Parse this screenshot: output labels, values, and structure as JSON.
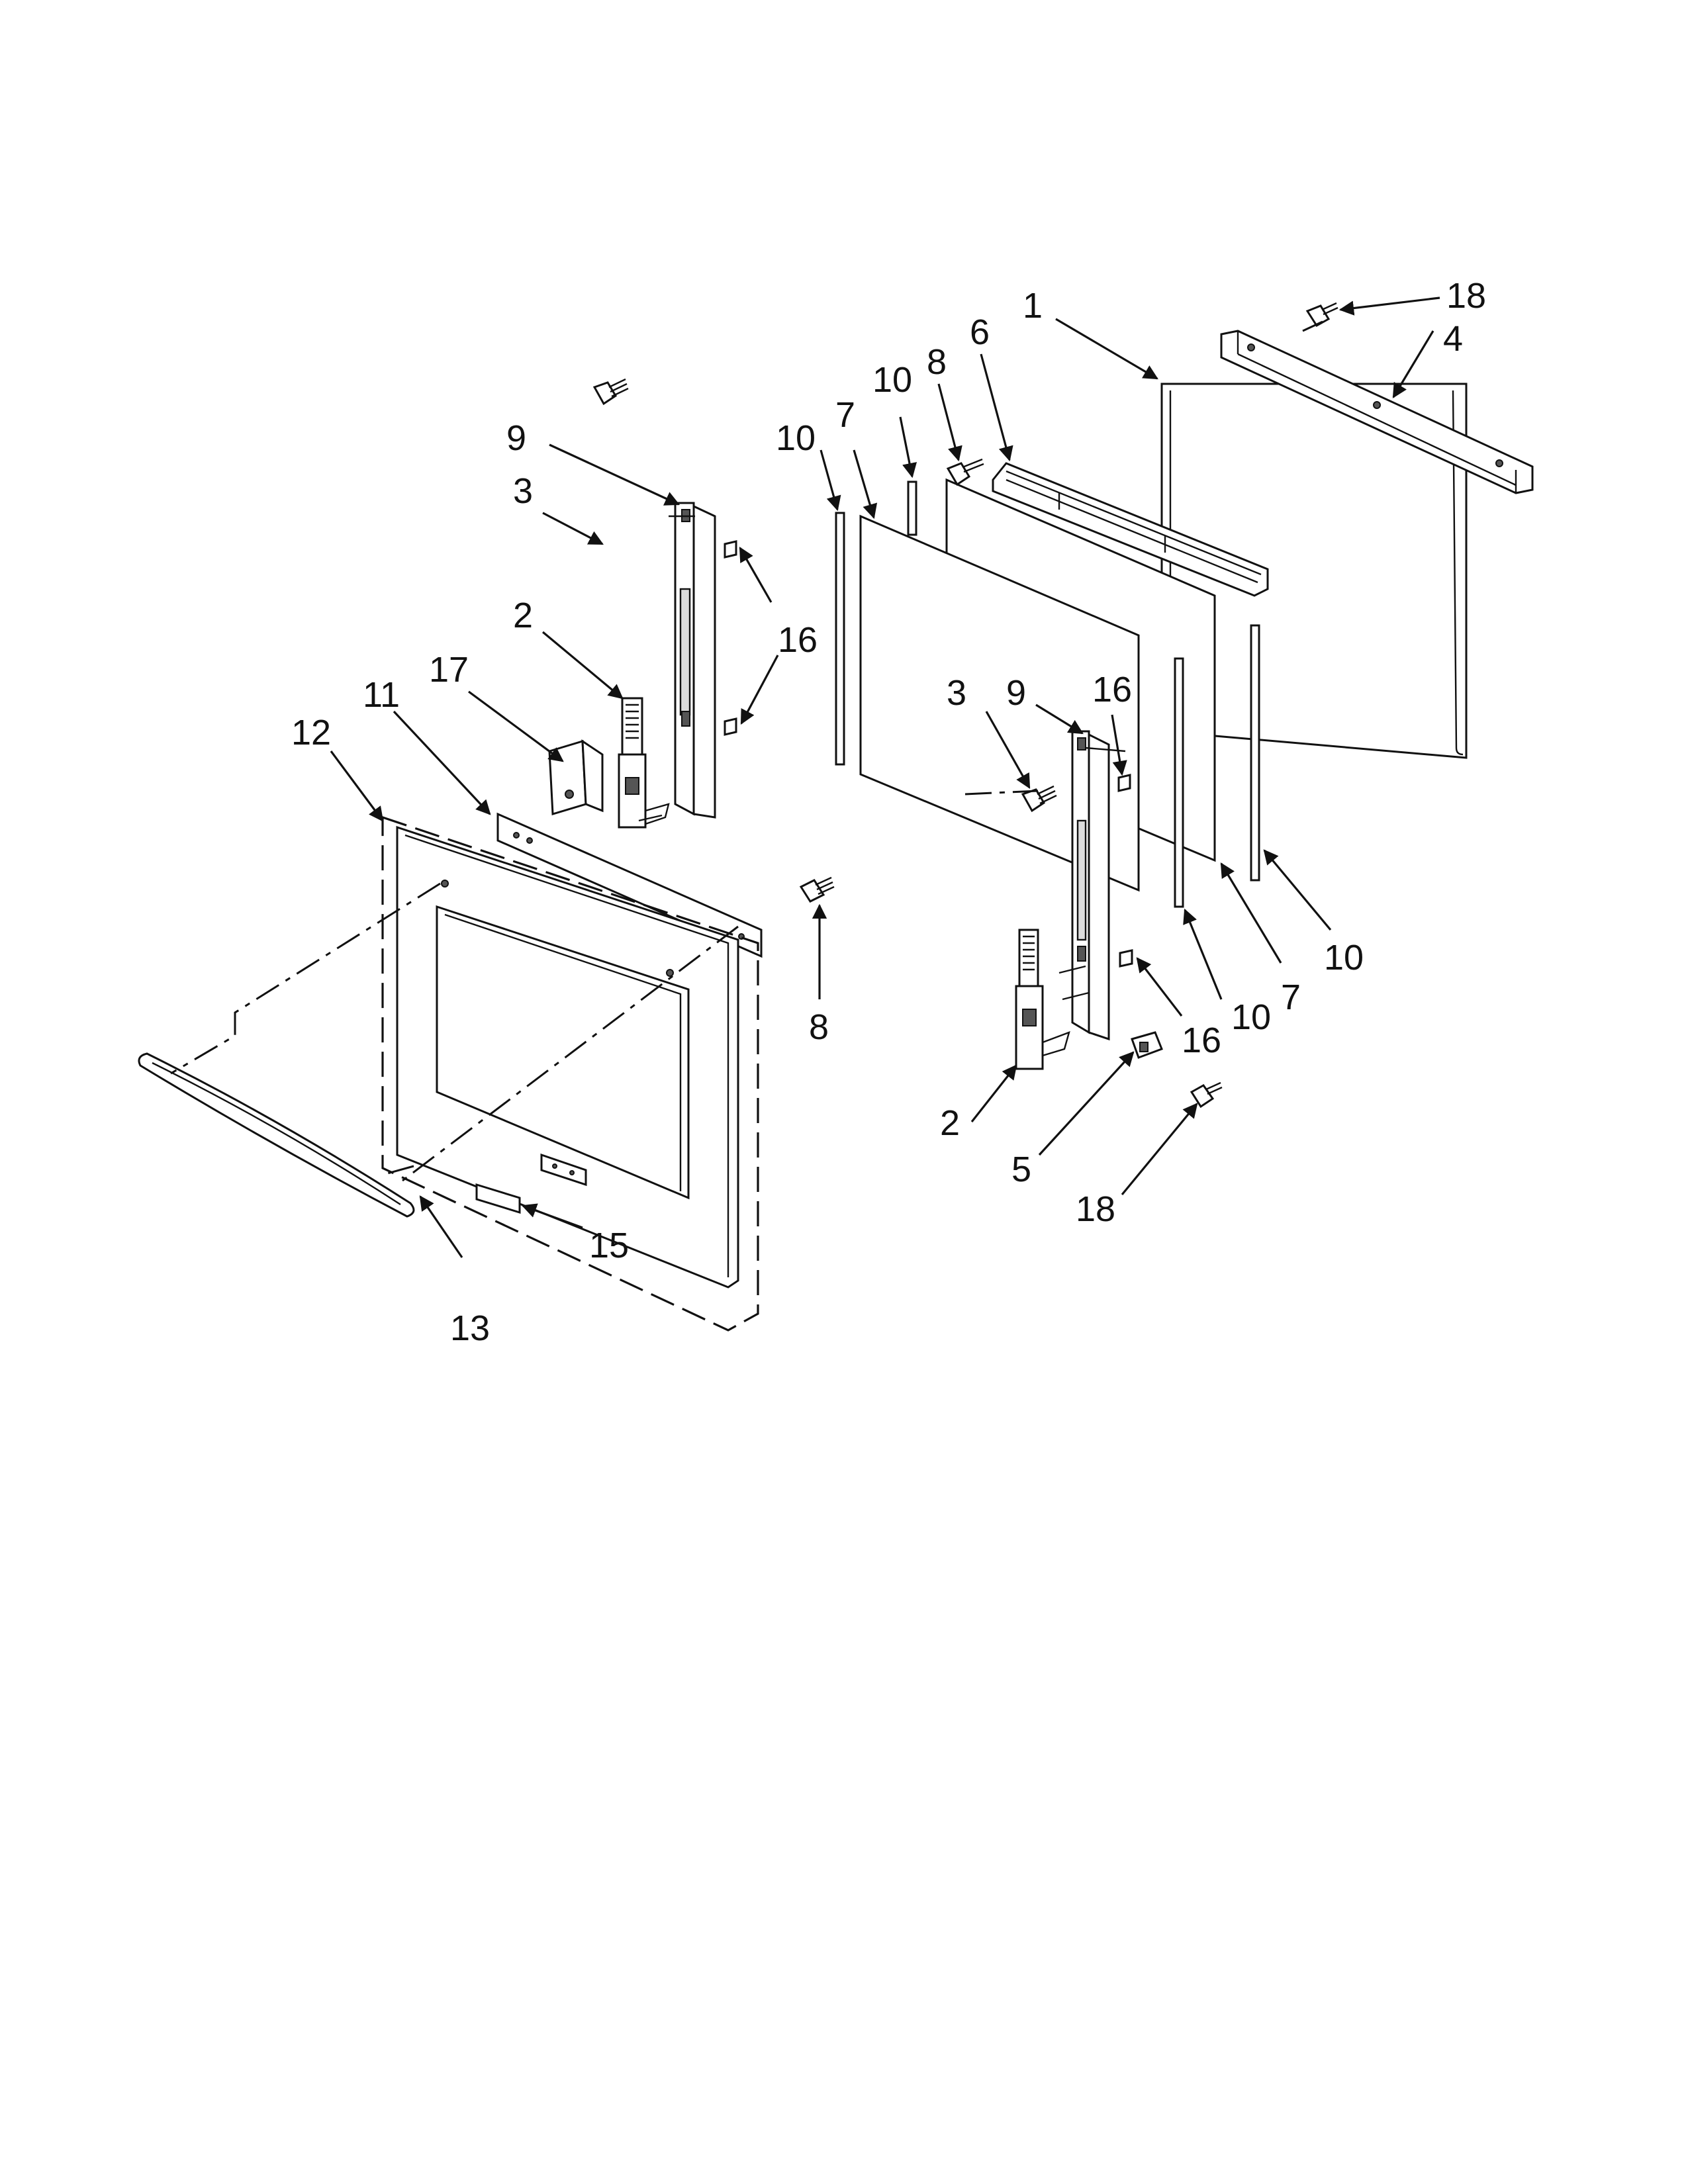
{
  "callouts": {
    "c1": "1",
    "c2a": "2",
    "c2b": "2",
    "c3a": "3",
    "c3b": "3",
    "c4": "4",
    "c5": "5",
    "c6": "6",
    "c7a": "7",
    "c7b": "7",
    "c8a": "8",
    "c8b": "8",
    "c9a": "9",
    "c9b": "9",
    "c10a": "10",
    "c10b": "10",
    "c10c": "10",
    "c10d": "10",
    "c11": "11",
    "c12": "12",
    "c13": "13",
    "c15": "15",
    "c16a": "16",
    "c16b": "16",
    "c16c": "16",
    "c17": "17",
    "c18a": "18",
    "c18b": "18"
  }
}
